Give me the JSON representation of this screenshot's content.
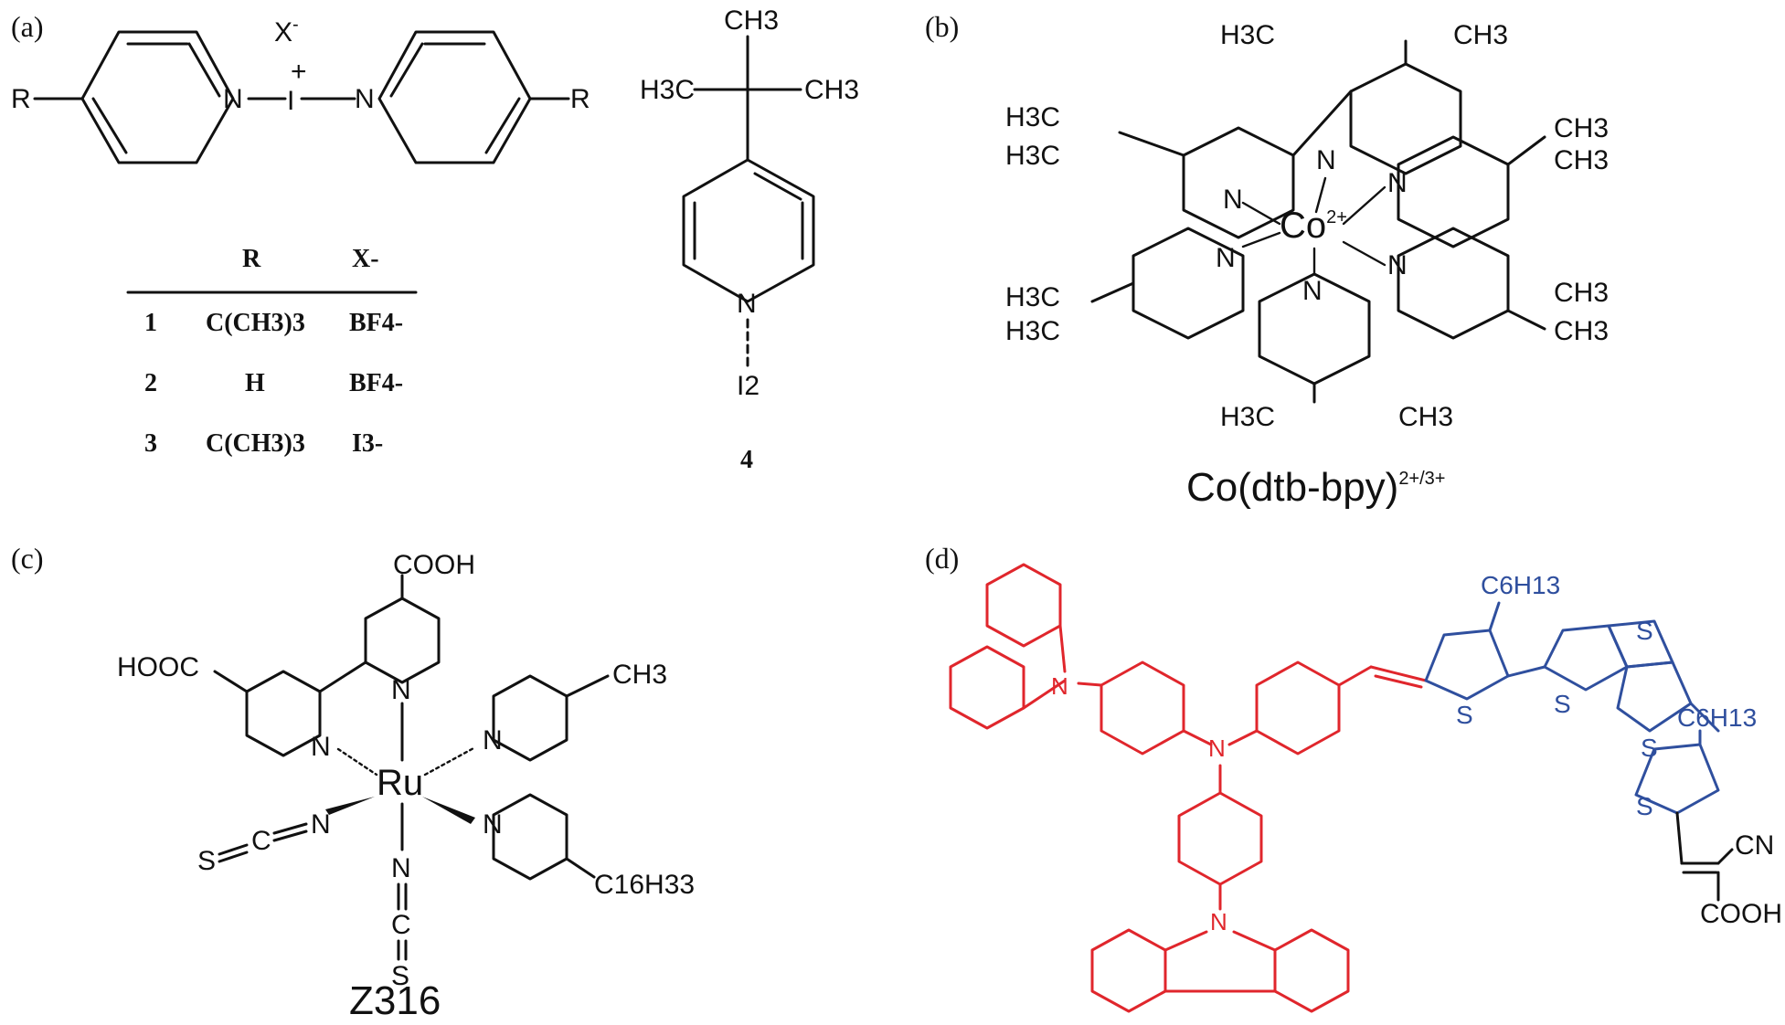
{
  "panels": {
    "a": {
      "label": "(a)",
      "counterion": "X",
      "counterion_charge": "-",
      "iodine": "I",
      "iodine_charge": "+",
      "nitrogen": "N",
      "substituent": "R",
      "table": {
        "headers": [
          "",
          "R",
          "X-"
        ],
        "rows": [
          {
            "num": "1",
            "R": "C(CH3)3",
            "X": "BF4-"
          },
          {
            "num": "2",
            "R": "H",
            "X": "BF4-"
          },
          {
            "num": "3",
            "R": "C(CH3)3",
            "X": "I3-"
          }
        ]
      },
      "compound4": {
        "ch3_top": "CH3",
        "h3c_left": "H3C",
        "ch3_right": "CH3",
        "nitrogen": "N",
        "iodine2": "I2",
        "number": "4"
      }
    },
    "b": {
      "label": "(b)",
      "metal": "Co",
      "metal_charge": "2+",
      "nitrogen": "N",
      "tbutyl_h3c": "H3C",
      "tbutyl_ch3": "CH3",
      "name": "Co(dtb-bpy)",
      "name_charge": "2+/3+"
    },
    "c": {
      "label": "(c)",
      "metal": "Ru",
      "nitrogen": "N",
      "cooh_top": "COOH",
      "hooc_left": "HOOC",
      "ch3": "CH3",
      "c16h33": "C16H33",
      "ncs_s": "S",
      "ncs_c": "C",
      "ncs_n": "N",
      "name": "Z316"
    },
    "d": {
      "label": "(d)",
      "nitrogen": "N",
      "sulfur": "S",
      "c6h13": "C6H13",
      "cn": "CN",
      "cooh": "COOH",
      "colors": {
        "donor": "#e0262c",
        "bridge": "#2f4f9e",
        "acceptor": "#111111"
      }
    }
  }
}
